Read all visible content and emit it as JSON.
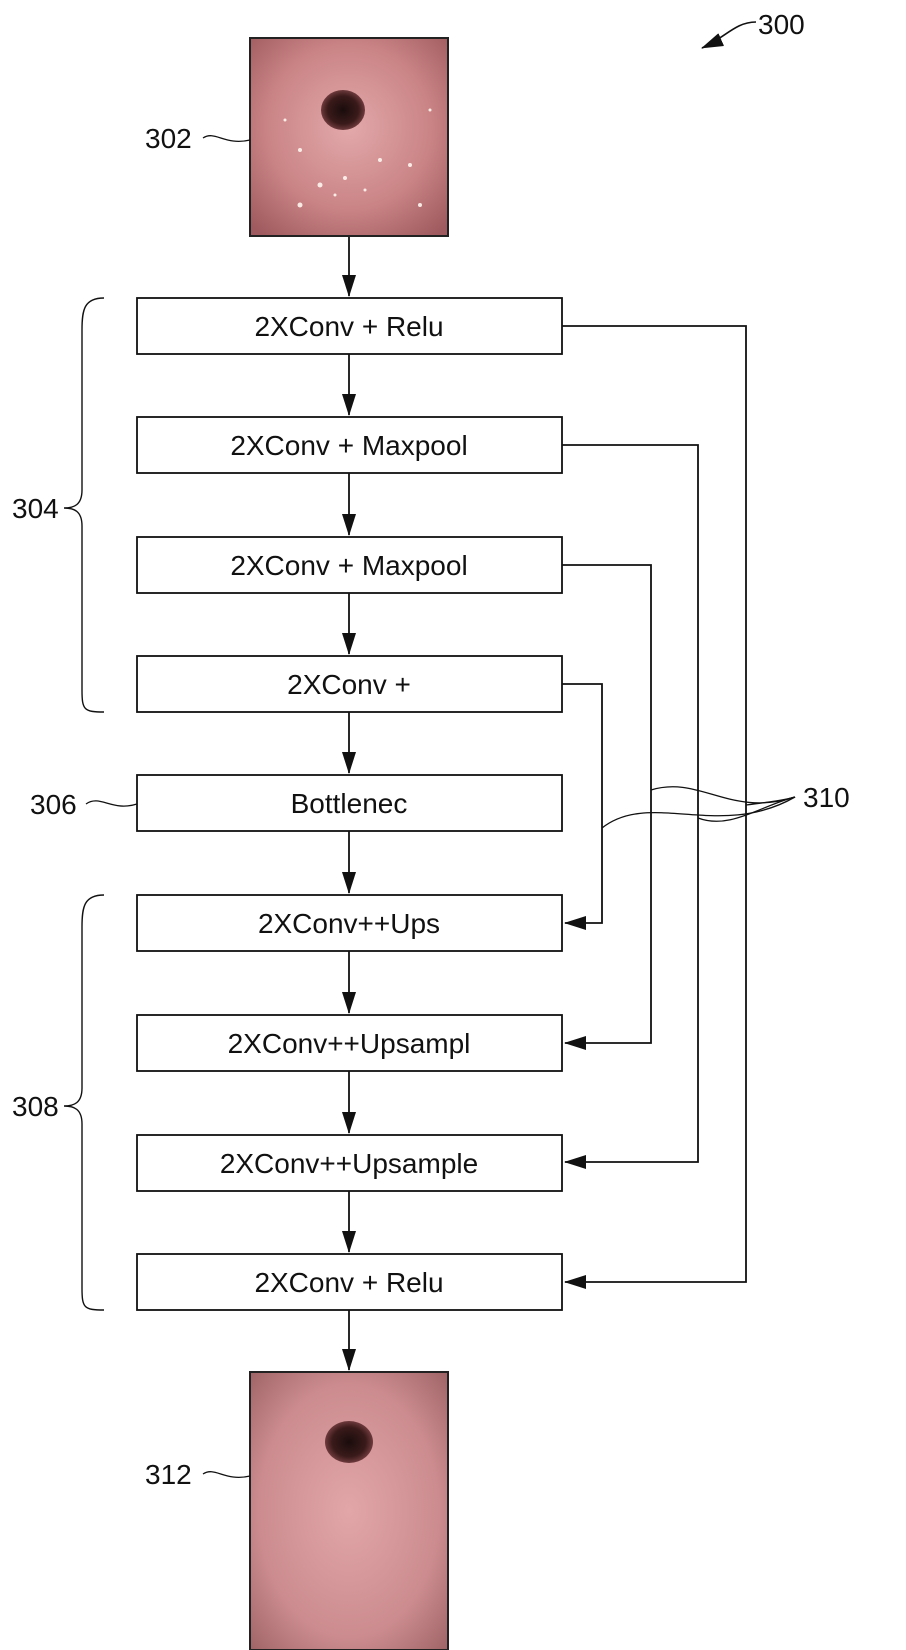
{
  "figure": {
    "number": "300",
    "input_image": {
      "ref": "302",
      "subject": "endoscopic image"
    },
    "output_image": {
      "ref": "312",
      "subject": "endoscopic image"
    },
    "encoder": {
      "ref": "304",
      "blocks": [
        {
          "label": "2XConv + Relu"
        },
        {
          "label": "2XConv + Maxpool"
        },
        {
          "label": "2XConv + Maxpool"
        },
        {
          "label": "2XConv +"
        }
      ]
    },
    "bottleneck": {
      "ref": "306",
      "label": "Bottlenec"
    },
    "decoder": {
      "ref": "308",
      "blocks": [
        {
          "label": "2XConv++Ups"
        },
        {
          "label": "2XConv++Upsampl"
        },
        {
          "label": "2XConv++Upsample"
        },
        {
          "label": "2XConv + Relu"
        }
      ]
    },
    "skip_connections_ref": "310"
  }
}
